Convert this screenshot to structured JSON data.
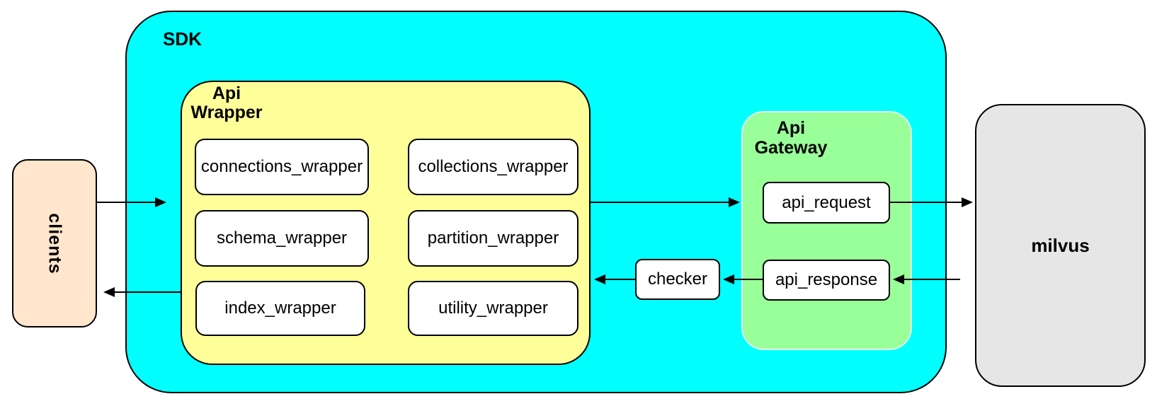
{
  "nodes": {
    "clients": {
      "label": "clients"
    },
    "sdk": {
      "label": "SDK"
    },
    "api_wrapper": {
      "label_lines": [
        "Api",
        "Wrapper"
      ]
    },
    "wrappers": [
      {
        "label": "connections_wrapper"
      },
      {
        "label": "collections_wrapper"
      },
      {
        "label": "schema_wrapper"
      },
      {
        "label": "partition_wrapper"
      },
      {
        "label": "index_wrapper"
      },
      {
        "label": "utility_wrapper"
      }
    ],
    "api_gateway": {
      "label_lines": [
        "Api",
        "Gateway"
      ]
    },
    "api_request": {
      "label": "api_request"
    },
    "api_response": {
      "label": "api_response"
    },
    "checker": {
      "label": "checker"
    },
    "milvus": {
      "label": "milvus"
    }
  },
  "edges": [
    {
      "from": "clients",
      "to": "sdk"
    },
    {
      "from": "api_wrapper",
      "to": "api_gateway"
    },
    {
      "from": "api_request",
      "to": "milvus"
    },
    {
      "from": "milvus",
      "to": "api_response"
    },
    {
      "from": "api_response",
      "to": "checker"
    },
    {
      "from": "checker",
      "to": "api_wrapper"
    },
    {
      "from": "sdk",
      "to": "clients"
    }
  ],
  "colors": {
    "sdk_fill": "#00ffff",
    "api_wrapper_fill": "#ffff99",
    "api_gateway_fill": "#99ff99",
    "clients_fill": "#ffe6cc",
    "milvus_fill": "#e6e6e6",
    "node_fill": "#ffffff",
    "stroke": "#000000"
  }
}
